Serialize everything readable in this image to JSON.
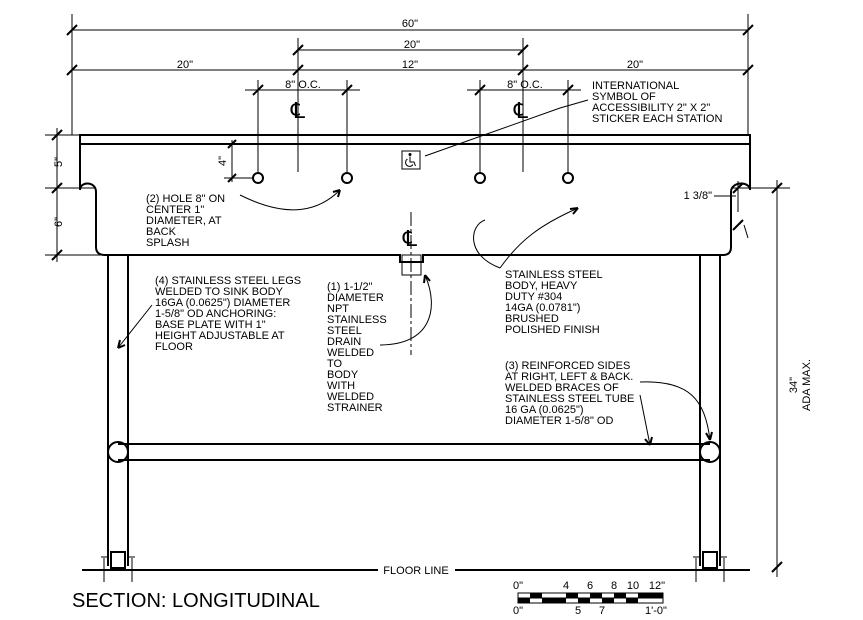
{
  "dimensions": {
    "overall_width": "60\"",
    "center_span": "20\"",
    "left_width": "20\"",
    "center_spacing": "12\"",
    "right_width": "20\"",
    "hole_spacing_left": "8\" O.C.",
    "hole_spacing_right": "8\" O.C.",
    "splash_height": "5\"",
    "hole_height": "4\"",
    "bowl_depth": "6\"",
    "rim_radius": "1 3/8\"",
    "overall_height": "34\"",
    "overall_height_note": "ADA MAX."
  },
  "centerline_symbol": "℄",
  "notes": {
    "accessibility": [
      "INTERNATIONAL",
      "SYMBOL OF",
      "ACCESSIBILITY 2\" X 2\"",
      "STICKER EACH STATION"
    ],
    "holes": [
      "(2) HOLE 8\" ON",
      "CENTER 1\"",
      "DIAMETER, AT",
      "BACK",
      "SPLASH"
    ],
    "legs": [
      "(4) STAINLESS STEEL LEGS",
      "WELDED TO SINK BODY",
      "16GA (0.0625\") DIAMETER",
      "1-5/8\" OD ANCHORING:",
      "BASE PLATE WITH 1\"",
      "HEIGHT ADJUSTABLE AT",
      "FLOOR"
    ],
    "drain": [
      "(1) 1-1/2\"",
      "DIAMETER",
      "NPT",
      "STAINLESS",
      "STEEL",
      "DRAIN",
      "WELDED",
      "TO",
      "BODY",
      "WITH",
      "WELDED",
      "STRAINER"
    ],
    "body": [
      "STAINLESS STEEL",
      "BODY, HEAVY",
      "DUTY #304",
      "14GA (0.0781\")",
      "BRUSHED",
      "POLISHED FINISH"
    ],
    "sides": [
      "(3) REINFORCED SIDES",
      "AT RIGHT, LEFT & BACK.",
      "WELDED BRACES OF",
      "STAINLESS STEEL TUBE",
      "16 GA (0.0625\")",
      "DIAMETER 1-5/8\" OD"
    ]
  },
  "floor_line": "FLOOR LINE",
  "title": "SECTION: LONGITUDINAL",
  "scale_bar": {
    "top_labels": [
      "0\"",
      "4",
      "6",
      "8",
      "10",
      "12\""
    ],
    "bottom_labels": [
      "0\"",
      "5",
      "7",
      "1'-0\""
    ]
  }
}
